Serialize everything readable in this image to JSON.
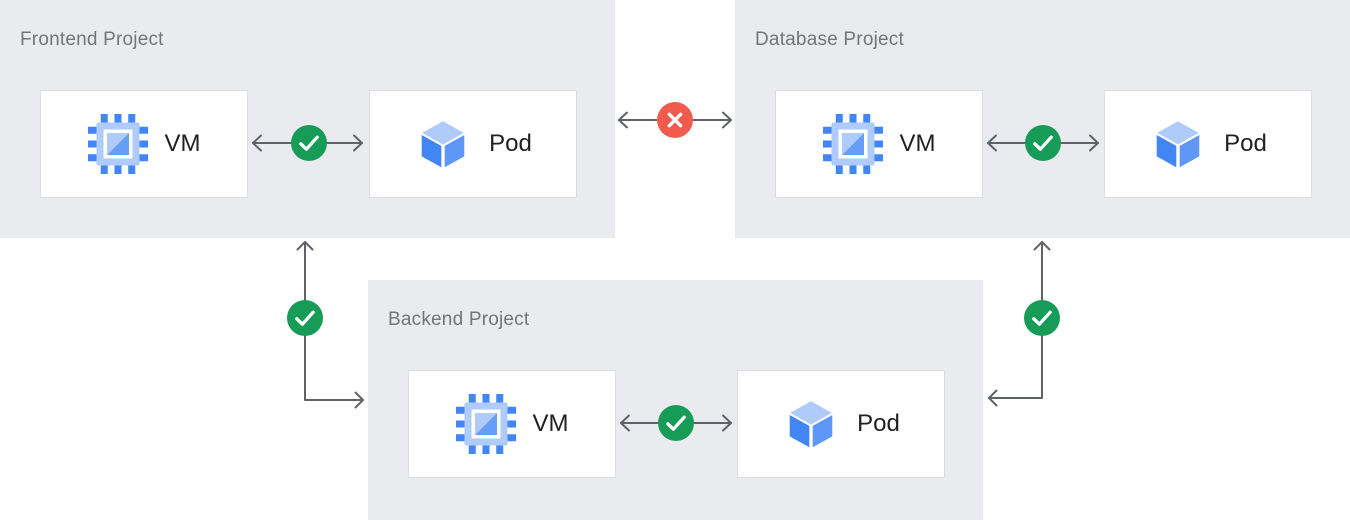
{
  "diagram": {
    "projects": [
      {
        "title": "Frontend Project",
        "nodes": [
          {
            "label": "VM",
            "icon": "vm-icon"
          },
          {
            "label": "Pod",
            "icon": "pod-icon"
          }
        ],
        "internal_connection": "allowed"
      },
      {
        "title": "Database Project",
        "nodes": [
          {
            "label": "VM",
            "icon": "vm-icon"
          },
          {
            "label": "Pod",
            "icon": "pod-icon"
          }
        ],
        "internal_connection": "allowed"
      },
      {
        "title": "Backend Project",
        "nodes": [
          {
            "label": "VM",
            "icon": "vm-icon"
          },
          {
            "label": "Pod",
            "icon": "pod-icon"
          }
        ],
        "internal_connection": "allowed"
      }
    ],
    "connections": [
      {
        "from": "Frontend Project",
        "to": "Database Project",
        "status": "blocked",
        "status_icon": "x-icon"
      },
      {
        "from": "Frontend Project",
        "to": "Backend Project",
        "status": "allowed",
        "status_icon": "check-icon"
      },
      {
        "from": "Database Project",
        "to": "Backend Project",
        "status": "allowed",
        "status_icon": "check-icon"
      }
    ]
  },
  "colors": {
    "panel_bg": "#E9EBEE",
    "card_bg": "#FFFFFF",
    "card_border": "#DBDDE0",
    "title_text": "#757575",
    "label_text": "#202124",
    "arrow": "#5F6368",
    "allowed_green": "#179C58",
    "blocked_red": "#F05B4E",
    "icon_blue_light": "#AECBFA",
    "icon_blue_mid": "#669DF6",
    "icon_blue_dark": "#4285F4",
    "icon_blue_cube_right": "#5E97F6"
  }
}
